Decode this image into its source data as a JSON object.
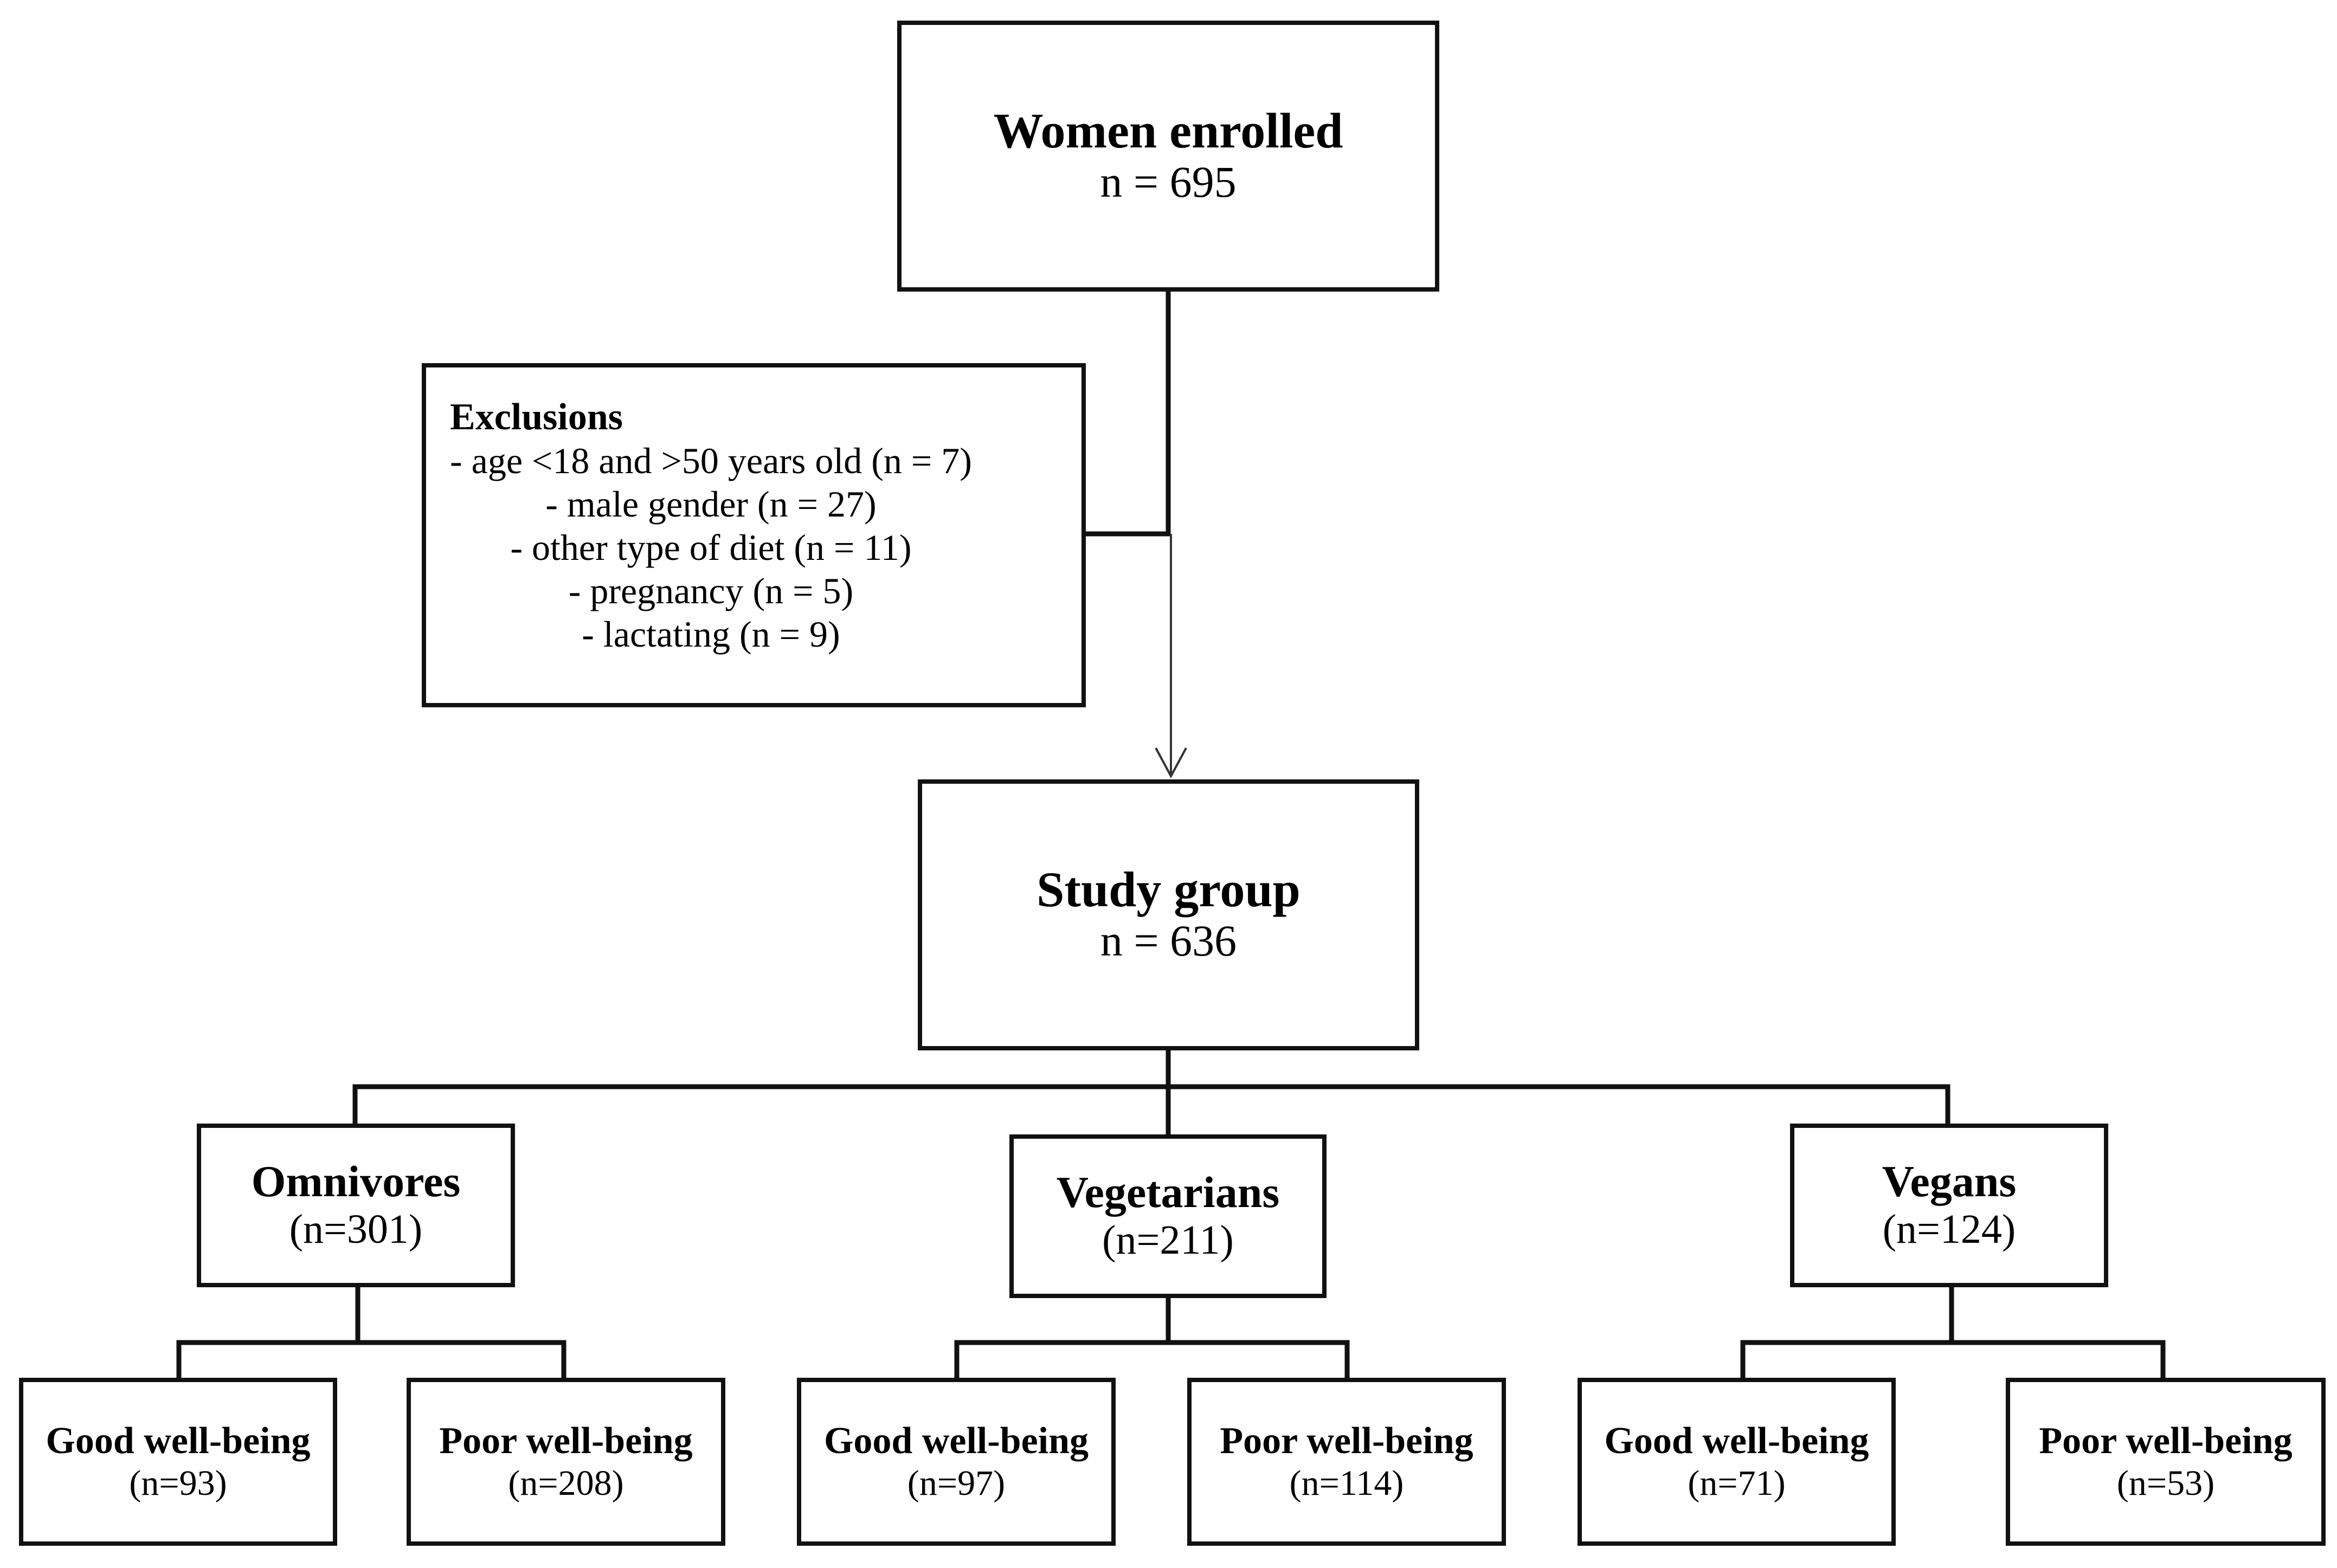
{
  "enrolled": {
    "title": "Women enrolled",
    "n": "n = 695"
  },
  "exclusions": {
    "title": "Exclusions",
    "items": [
      "- age <18 and >50 years old (n = 7)",
      "- male gender (n = 27)",
      "- other type of diet (n = 11)",
      "- pregnancy (n = 5)",
      "- lactating (n = 9)"
    ]
  },
  "study": {
    "title": "Study group",
    "n": "n = 636"
  },
  "groups": [
    {
      "title": "Omnivores",
      "n": "(n=301)",
      "children": [
        {
          "title": "Good well-being",
          "n": "(n=93)"
        },
        {
          "title": "Poor well-being",
          "n": "(n=208)"
        }
      ]
    },
    {
      "title": "Vegetarians",
      "n": "(n=211)",
      "children": [
        {
          "title": "Good well-being",
          "n": "(n=97)"
        },
        {
          "title": "Poor well-being",
          "n": "(n=114)"
        }
      ]
    },
    {
      "title": "Vegans",
      "n": "(n=124)",
      "children": [
        {
          "title": "Good well-being",
          "n": "(n=71)"
        },
        {
          "title": "Poor well-being",
          "n": "(n=53)"
        }
      ]
    }
  ]
}
